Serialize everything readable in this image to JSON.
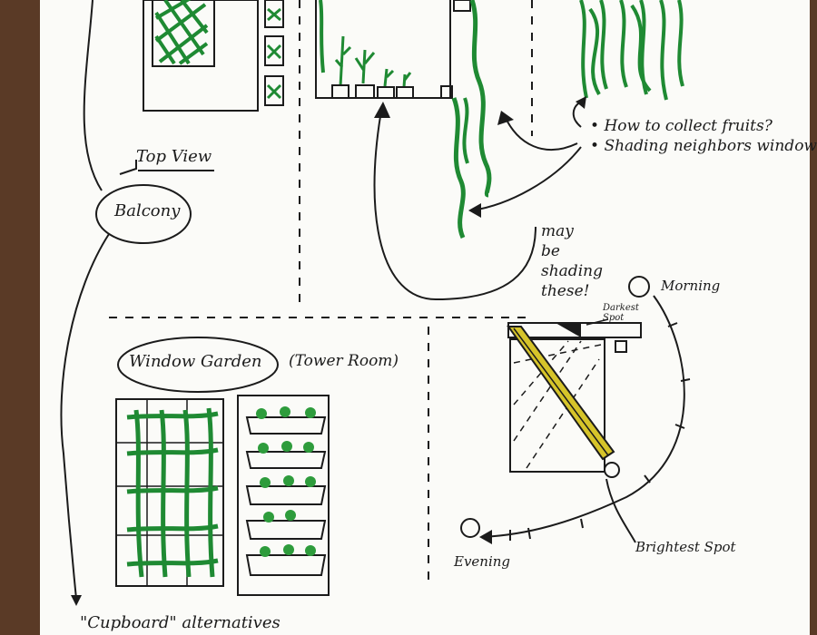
{
  "labels": {
    "top_view": "Top View",
    "balcony": "Balcony",
    "may_be_shading": "may be shading these!",
    "window_garden": "Window Garden",
    "tower_room": "(Tower Room)",
    "morning": "Morning",
    "evening": "Evening",
    "brightest_spot": "Brightest Spot",
    "darkest_spot": "Darkest Spot",
    "cupboard_alternatives": "\"Cupboard\" alternatives"
  },
  "concerns": [
    "How to collect fruits?",
    "Shading neighbors windows!"
  ],
  "colors": {
    "paper": "#fbfbf8",
    "ink": "#1b1b1b",
    "plant_green": "#1f8a33",
    "light_green": "#3ca54a",
    "sun_yellow": "#d6c42a",
    "table_wood": "#5a3a26"
  }
}
